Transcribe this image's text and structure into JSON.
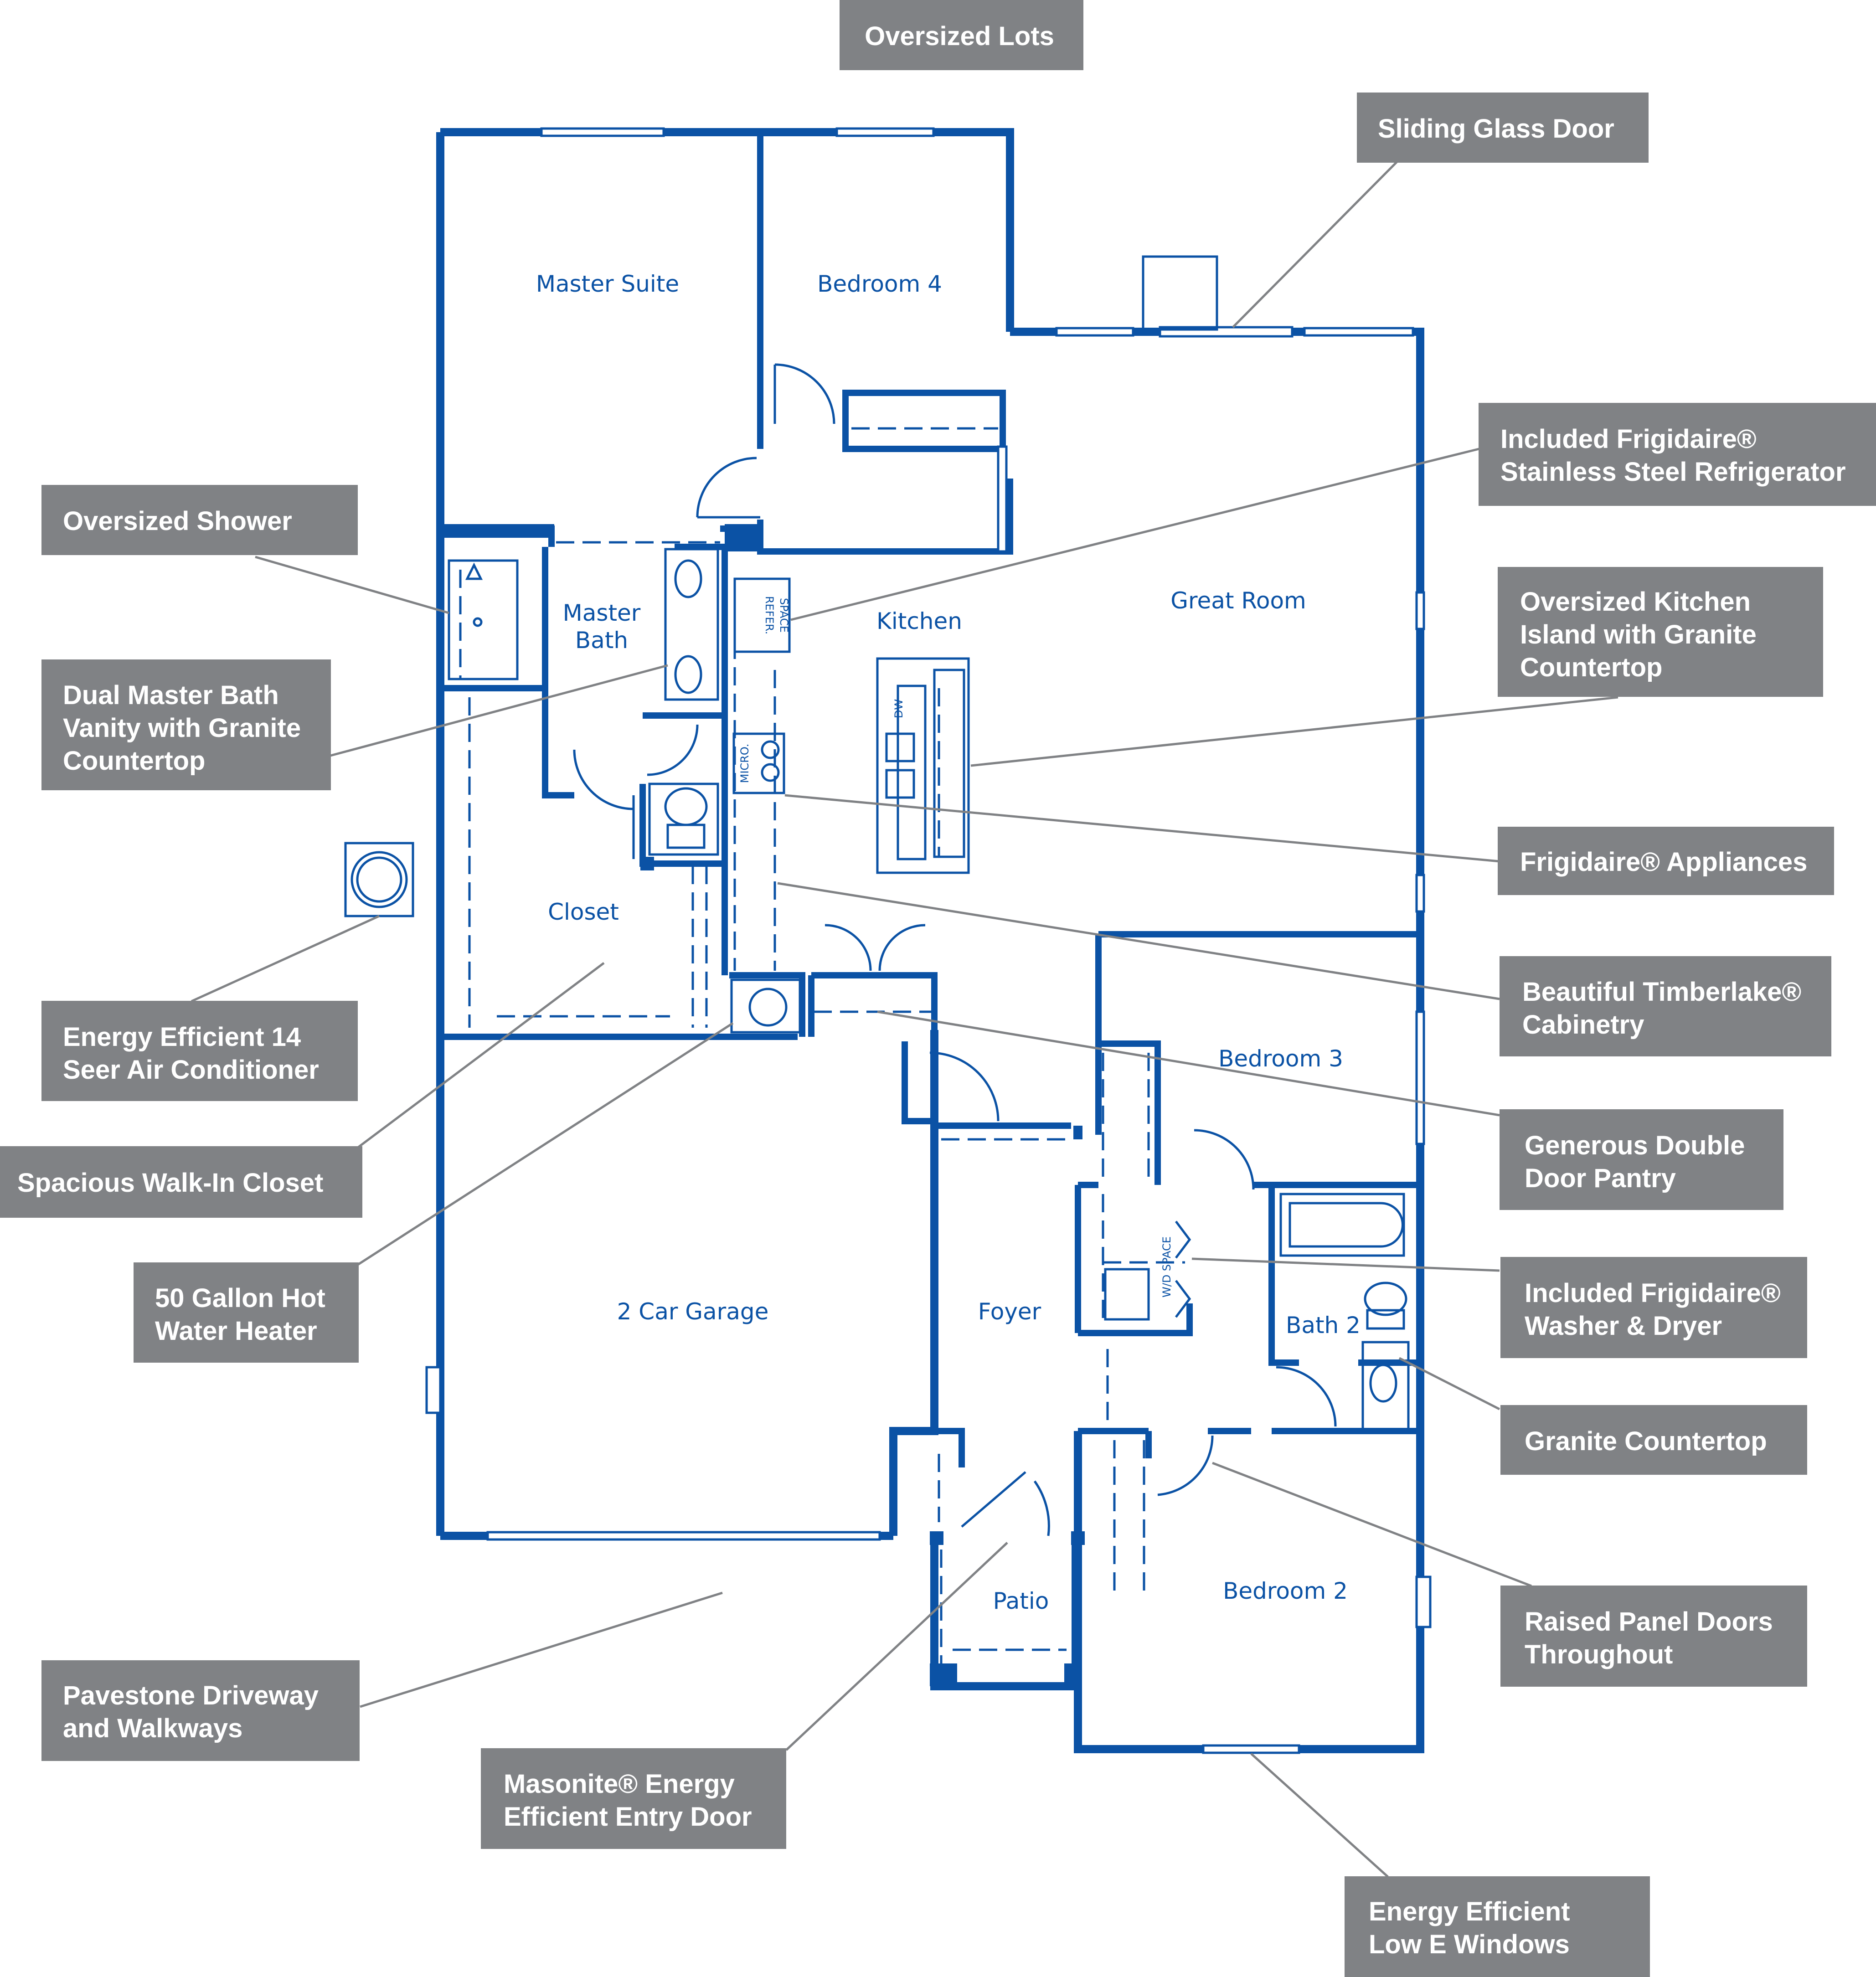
{
  "colors": {
    "wall": "#0b52a5",
    "callout_bg": "#808285",
    "callout_text": "#ffffff",
    "leader": "#808285",
    "background": "#ffffff"
  },
  "rooms": {
    "master_suite": "Master Suite",
    "bedroom4": "Bedroom 4",
    "master_bath_line1": "Master",
    "master_bath_line2": "Bath",
    "kitchen": "Kitchen",
    "great_room": "Great Room",
    "closet": "Closet",
    "bedroom3": "Bedroom 3",
    "garage": "2 Car Garage",
    "foyer": "Foyer",
    "bath2": "Bath 2",
    "bedroom2": "Bedroom 2",
    "patio": "Patio"
  },
  "fixtures": {
    "refer_line1": "REFER.",
    "refer_line2": "SPACE",
    "micro": "MICRO.",
    "dw": "DW",
    "wd": "W/D SPACE"
  },
  "callouts": {
    "oversized_lots": "Oversized Lots",
    "sliding_glass_door": "Sliding Glass Door",
    "refrigerator_line1": "Included Frigidaire®",
    "refrigerator_line2": "Stainless Steel Refrigerator",
    "oversized_shower": "Oversized Shower",
    "kitchen_island_line1": "Oversized Kitchen",
    "kitchen_island_line2": "Island with Granite",
    "kitchen_island_line3": "Countertop",
    "dual_vanity_line1": "Dual Master Bath",
    "dual_vanity_line2": "Vanity with Granite",
    "dual_vanity_line3": "Countertop",
    "appliances": "Frigidaire® Appliances",
    "cabinetry_line1": "Beautiful Timberlake®",
    "cabinetry_line2": "Cabinetry",
    "ac_line1": "Energy Efficient 14",
    "ac_line2": "Seer Air Conditioner",
    "pantry_line1": "Generous Double",
    "pantry_line2": "Door Pantry",
    "walk_in_closet": "Spacious Walk-In Closet",
    "washer_dryer_line1": "Included Frigidaire®",
    "washer_dryer_line2": "Washer & Dryer",
    "water_heater_line1": "50 Gallon Hot",
    "water_heater_line2": "Water Heater",
    "granite_countertop": "Granite Countertop",
    "raised_panel_line1": "Raised Panel Doors",
    "raised_panel_line2": "Throughout",
    "driveway_line1": "Pavestone Driveway",
    "driveway_line2": "and Walkways",
    "entry_door_line1": "Masonite® Energy",
    "entry_door_line2": "Efficient Entry Door",
    "windows_line1": "Energy Efficient",
    "windows_line2": "Low E Windows"
  }
}
